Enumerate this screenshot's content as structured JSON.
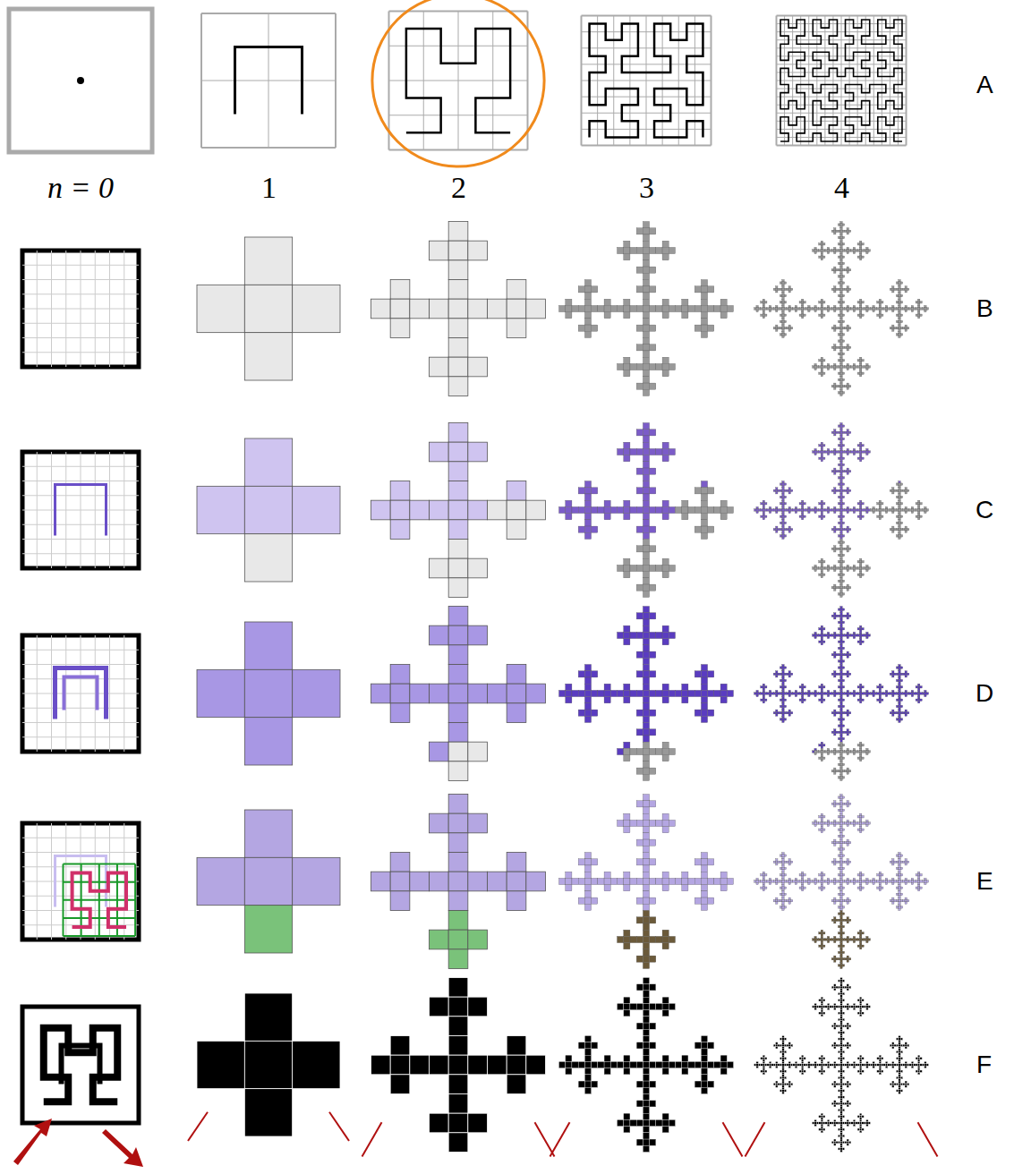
{
  "diagram": {
    "labels": [
      "n = 0",
      "1",
      "2",
      "3",
      "4",
      "A",
      "B",
      "C",
      "D",
      "E",
      "F"
    ]
  }
}
